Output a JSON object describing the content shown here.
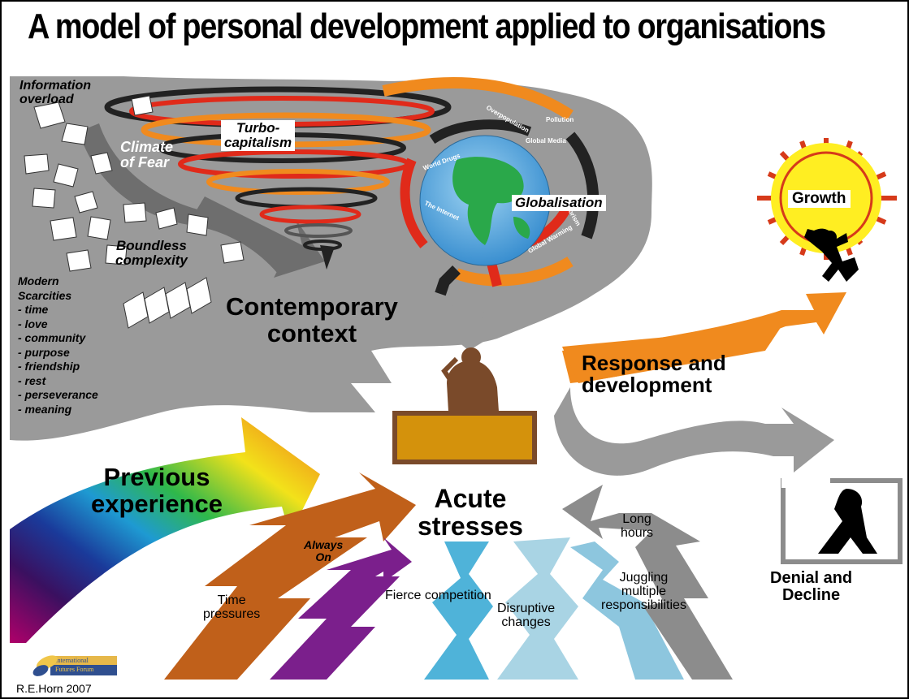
{
  "title": "A model of personal development applied to organisations",
  "context": {
    "info_overload": [
      "Information",
      "overload"
    ],
    "climate_of_fear": [
      "Climate",
      "of Fear"
    ],
    "turbo_capitalism": [
      "Turbo-",
      "capitalism"
    ],
    "boundless_complexity": [
      "Boundless",
      "complexity"
    ],
    "globalisation": "Globalisation",
    "contemporary_context": [
      "Contemporary",
      "context"
    ]
  },
  "scarcities": {
    "heading": [
      "Modern",
      "Scarcities"
    ],
    "items": [
      "- time",
      "- love",
      "- community",
      "- purpose",
      "- friendship",
      "- rest",
      "- perseverance",
      "- meaning"
    ]
  },
  "globe_arrows": [
    "Overpopulation",
    "Pollution",
    "Global Media",
    "World Drugs",
    "Terrorism",
    "The Internet",
    "Global Warming"
  ],
  "growth": "Growth",
  "response": [
    "Response and",
    "development"
  ],
  "denial": [
    "Denial and",
    "Decline"
  ],
  "previous_experience": [
    "Previous",
    "experience"
  ],
  "acute_stresses": [
    "Acute",
    "stresses"
  ],
  "stressors": {
    "always_on": [
      "Always",
      "On"
    ],
    "time_pressures": [
      "Time",
      "pressures"
    ],
    "fierce_competition": "Fierce competition",
    "disruptive_changes": [
      "Disruptive",
      "changes"
    ],
    "juggling": [
      "Juggling",
      "multiple",
      "responsibilities"
    ],
    "long_hours": [
      "Long",
      "hours"
    ]
  },
  "logo": [
    "International",
    "Futures Forum"
  ],
  "credit": "R.E.Horn 2007",
  "colors": {
    "context_gray": "#9a9a9a",
    "dark_gray": "#555555",
    "response_orange": "#f08a1e",
    "time_pressures": "#c0601a",
    "fierce_competition": "#7b1f8c",
    "disruptive": "#4fb3d9",
    "disruptive_light": "#a9d4e4",
    "long_hours": "#8c8c8c",
    "growth_sun": "#ffee22",
    "growth_ring": "#d63a1a",
    "desk": "#d4920c"
  }
}
